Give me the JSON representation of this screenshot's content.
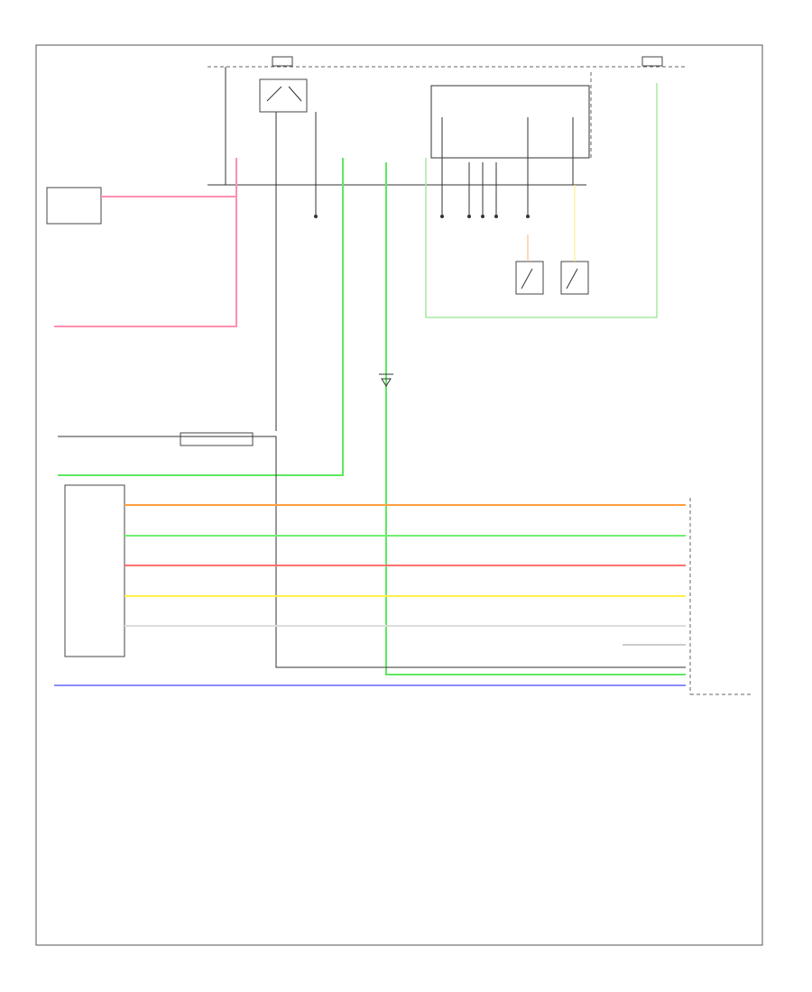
{
  "diagram": {
    "footer_code": "",
    "components": [
      {
        "id": "fuse-top-left",
        "label": ""
      },
      {
        "id": "relay-top",
        "label": ""
      },
      {
        "id": "fuse-top-right",
        "label": ""
      },
      {
        "id": "module-top-right",
        "label": ""
      },
      {
        "id": "power-module-left",
        "label": ""
      },
      {
        "id": "joint-connector",
        "label": ""
      },
      {
        "id": "ground-point-1",
        "label": ""
      },
      {
        "id": "ground-point-2",
        "label": ""
      },
      {
        "id": "door-switch-1",
        "label": ""
      },
      {
        "id": "door-switch-2",
        "label": ""
      },
      {
        "id": "diode-mid",
        "label": ""
      },
      {
        "id": "connector-block",
        "label": ""
      },
      {
        "id": "seat-switch-left",
        "label": ""
      },
      {
        "id": "control-unit-right",
        "label": ""
      }
    ],
    "wires": [
      {
        "id": "pink",
        "color": "#ff8fb0"
      },
      {
        "id": "green",
        "color": "#5fe85f"
      },
      {
        "id": "black",
        "color": "#333333"
      },
      {
        "id": "light-green",
        "color": "#a8e8a0"
      },
      {
        "id": "orange",
        "color": "#ffa040"
      },
      {
        "id": "lime",
        "color": "#6ff06f"
      },
      {
        "id": "red",
        "color": "#ff6f6f"
      },
      {
        "id": "yellow",
        "color": "#ffef4a"
      },
      {
        "id": "white",
        "color": "#dddddd"
      },
      {
        "id": "grey",
        "color": "#999999"
      },
      {
        "id": "blue",
        "color": "#8a8aff"
      }
    ]
  }
}
